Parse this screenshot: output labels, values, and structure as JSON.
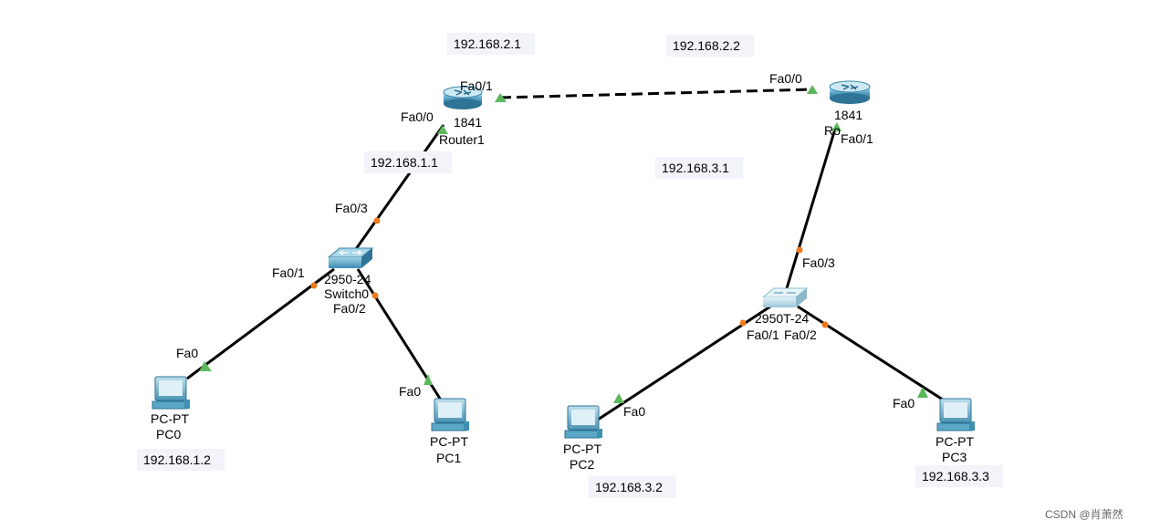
{
  "devices": {
    "router1": {
      "model": "1841",
      "name": "Router1"
    },
    "router2": {
      "model": "1841",
      "name": "Ro"
    },
    "switch0": {
      "model": "2950-24",
      "name": "Switch0"
    },
    "switch1": {
      "model": "2950T-24"
    },
    "pc0": {
      "model": "PC-PT",
      "name": "PC0"
    },
    "pc1": {
      "model": "PC-PT",
      "name": "PC1"
    },
    "pc2": {
      "model": "PC-PT",
      "name": "PC2"
    },
    "pc3": {
      "model": "PC-PT",
      "name": "PC3"
    }
  },
  "ports": {
    "r1_fa01": "Fa0/1",
    "r1_fa00": "Fa0/0",
    "r2_fa00": "Fa0/0",
    "r2_fa01": "Fa0/1",
    "s0_fa03": "Fa0/3",
    "s0_fa01": "Fa0/1",
    "s0_fa02": "Fa0/2",
    "s1_fa03": "Fa0/3",
    "s1_fa01": "Fa0/1",
    "s1_fa02": "Fa0/2",
    "pc0_fa0": "Fa0",
    "pc1_fa0": "Fa0",
    "pc2_fa0": "Fa0",
    "pc3_fa0": "Fa0"
  },
  "ips": {
    "r1_serial": "192.168.2.1",
    "r2_serial": "192.168.2.2",
    "r1_lan": "192.168.1.1",
    "r2_lan": "192.168.3.1",
    "pc0": "192.168.1.2",
    "pc2": "192.168.3.2",
    "pc3": "192.168.3.3"
  },
  "watermark": "CSDN @肖萧然",
  "colors": {
    "link": "#000000",
    "up": "#5cb85c",
    "down": "#f07a1a",
    "device": "#3f8fb0"
  }
}
